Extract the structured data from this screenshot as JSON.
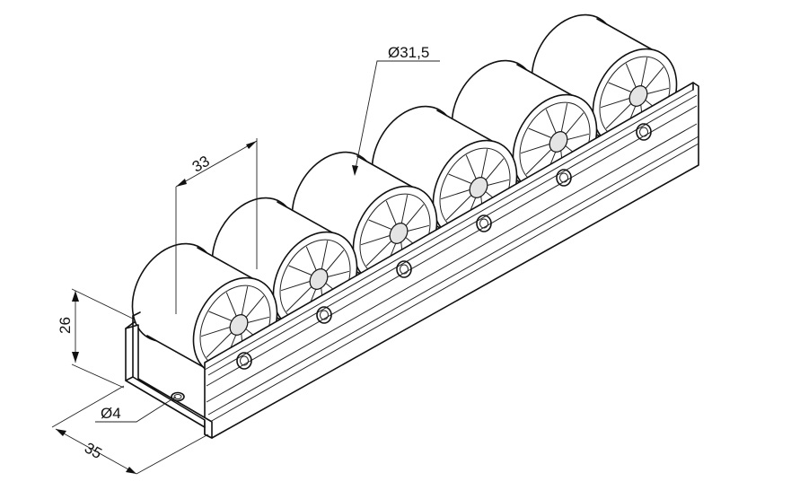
{
  "dimensions": {
    "roller_diameter": "Ø31,5",
    "roller_pitch": "33",
    "height": "26",
    "hole_diameter": "Ø4",
    "width": "35"
  },
  "colors": {
    "line": "#111111",
    "background": "#ffffff",
    "hub_shade": "#e4e4e4"
  }
}
